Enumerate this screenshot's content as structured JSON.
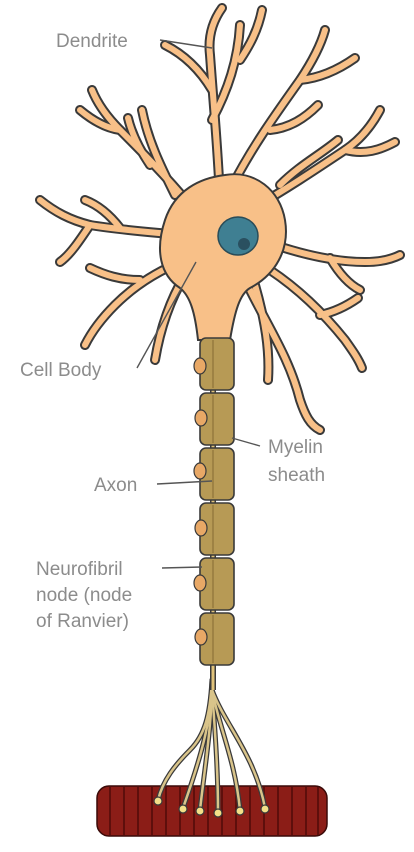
{
  "labels": {
    "dendrite": "Dendrite",
    "cell_body": "Cell Body",
    "myelin_line1": "Myelin",
    "myelin_line2": "sheath",
    "axon": "Axon",
    "node_line1": "Neurofibril",
    "node_line2": "node (node",
    "node_line3": "of Ranvier)"
  },
  "colors": {
    "cell_fill": "#f8c088",
    "outline": "#3a3a3a",
    "nucleus": "#3f7f92",
    "nucleolus": "#2a5060",
    "myelin": "#b79a55",
    "myelin_dark": "#8e7338",
    "node_bump": "#e8a866",
    "muscle": "#8b1d17",
    "muscle_stripe": "#5e0f0c",
    "synapse": "#f3df88",
    "label_text": "#8c8c8c"
  }
}
